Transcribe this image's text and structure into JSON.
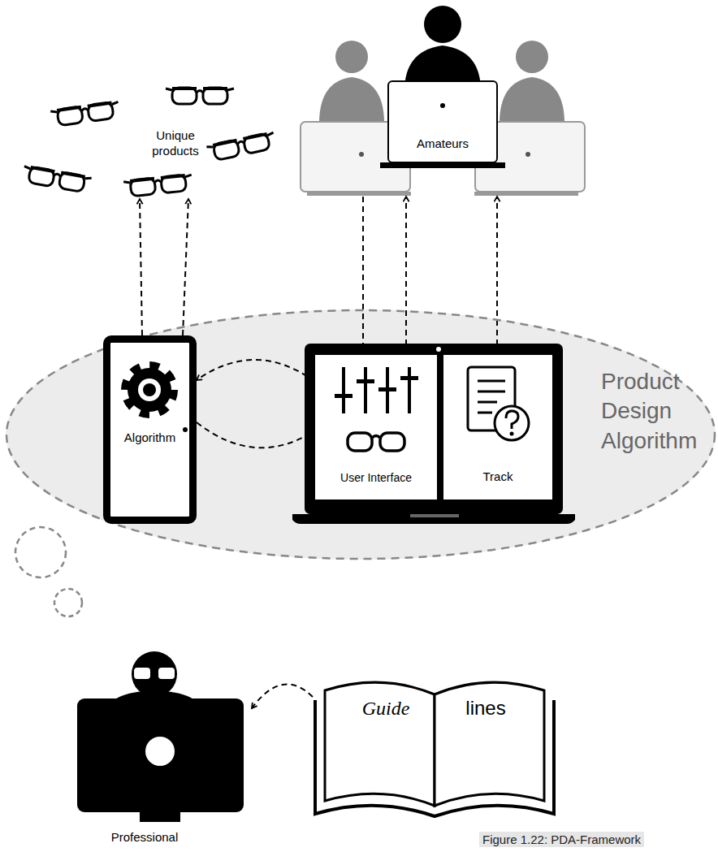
{
  "diagram": {
    "caption": "Figure 1.22: PDA-Framework",
    "nodes": [
      {
        "text": [
          "Product Design Algorithm"
        ]
      },
      {
        "text": [
          "Algorithm"
        ],
        "in": 0
      },
      {
        "text": [
          "User Interface"
        ],
        "in": 0
      },
      {
        "text": [
          "Track"
        ],
        "in": 0
      },
      {
        "text": [
          "Amateurs"
        ]
      },
      {
        "text": [
          "Unique products"
        ]
      },
      {
        "text": [
          "Professional"
        ]
      },
      {
        "text": [
          "Guide",
          "lines"
        ]
      }
    ],
    "edges": [
      {
        "from": 1,
        "to": 5,
        "arrow": "to"
      },
      {
        "from": 1,
        "to": 5,
        "arrow": "to"
      },
      {
        "from": 2,
        "to": 1,
        "arrow": "to"
      },
      {
        "from": 1,
        "to": 2,
        "arrow": "to"
      },
      {
        "from": 4,
        "to": 2,
        "arrow": "to"
      },
      {
        "from": 2,
        "to": 4,
        "arrow": "to"
      },
      {
        "from": 3,
        "to": 4,
        "arrow": "to"
      },
      {
        "from": 7,
        "to": 6,
        "arrow": "to"
      }
    ]
  }
}
